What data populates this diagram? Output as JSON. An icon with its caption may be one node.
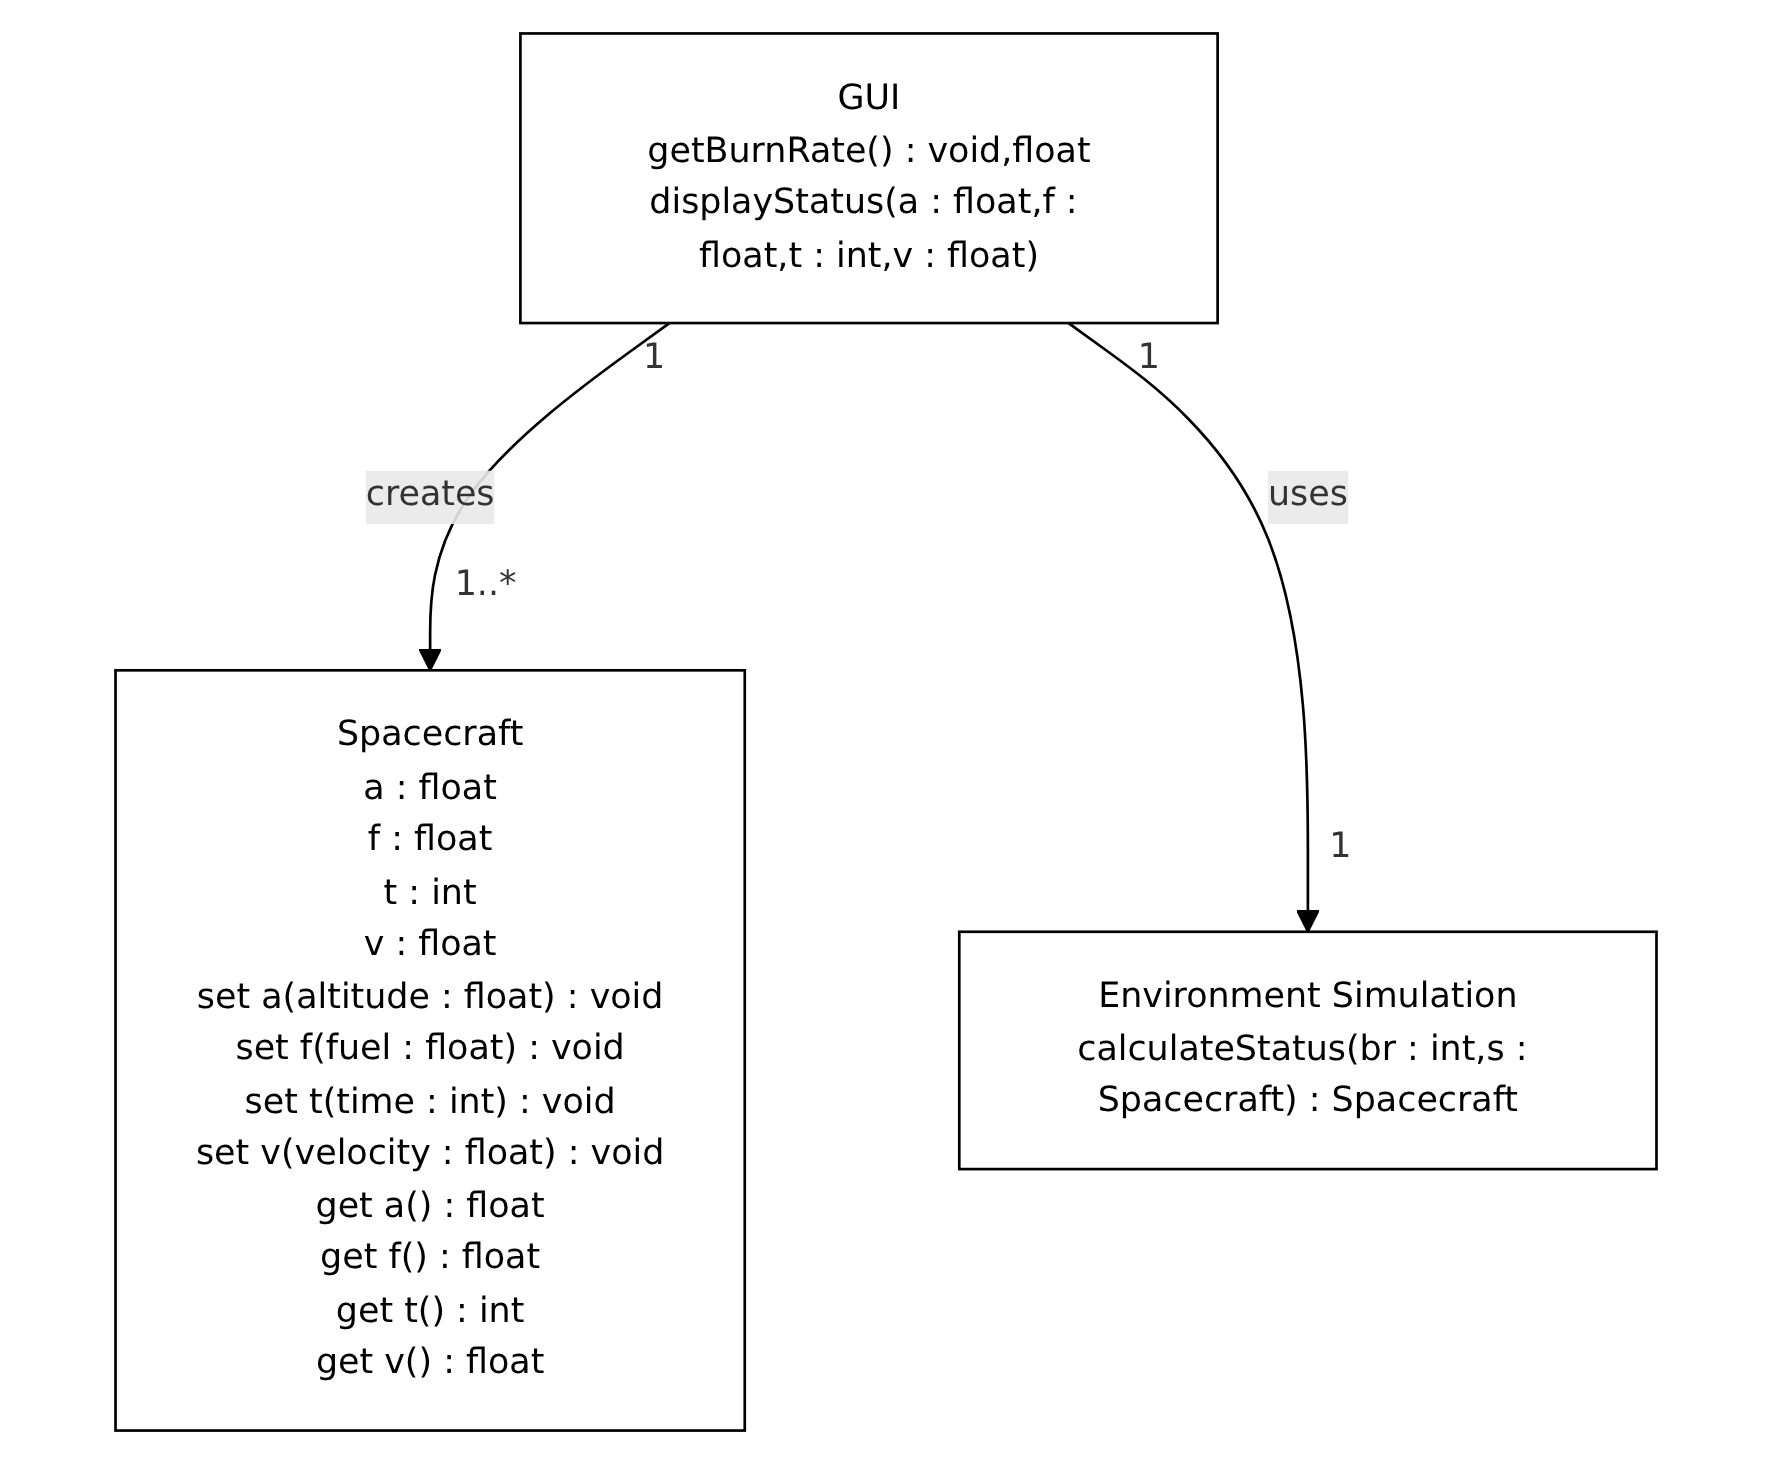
{
  "diagram": {
    "nodes": [
      {
        "text": [
          "GUI",
          "getBurnRate() : void,float",
          "displayStatus(a : float,f : float,t : int,v : float)"
        ]
      },
      {
        "text": [
          "Spacecraft",
          "a : float",
          "f : float",
          "t : int",
          "v : float",
          "set a(altitude : float) : void",
          "set f(fuel : float) : void",
          "set t(time : int) : void",
          "set v(velocity : float) : void",
          "get a() : float",
          "get f() : float",
          "get t() : int",
          "get v() : float"
        ]
      },
      {
        "text": [
          "Environment Simulation",
          "calculateStatus(br : int,s : Spacecraft) : Spacecraft"
        ]
      }
    ],
    "edges": [
      {
        "from": 0,
        "to": 1,
        "arrow": "to",
        "label": "creates"
      },
      {
        "from": 0,
        "to": 2,
        "arrow": "to",
        "label": "uses"
      }
    ],
    "labels": [
      "1",
      "1",
      "1..*",
      "1"
    ]
  }
}
